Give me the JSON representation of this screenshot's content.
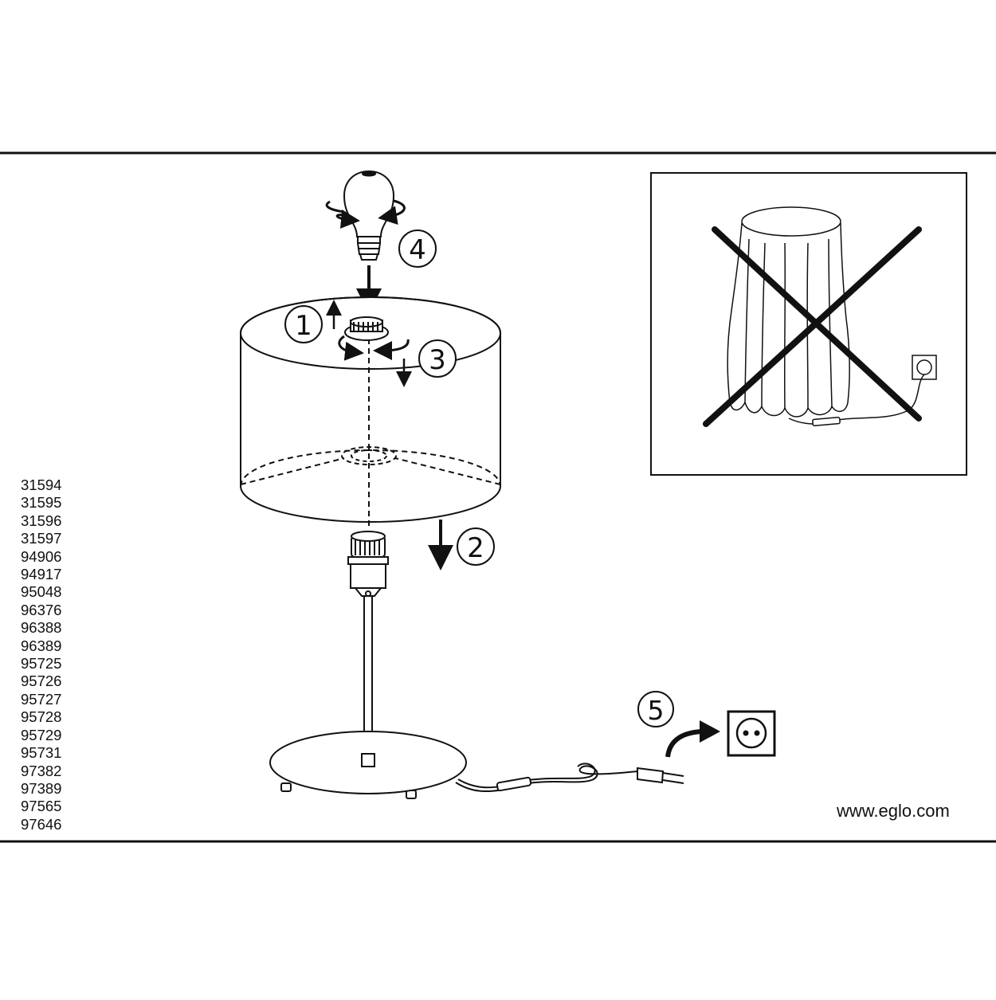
{
  "steps": {
    "step1": "1",
    "step2": "2",
    "step3": "3",
    "step4": "4",
    "step5": "5"
  },
  "model_numbers": [
    "31594",
    "31595",
    "31596",
    "31597",
    "94906",
    "94917",
    "95048",
    "96376",
    "96388",
    "96389",
    "95725",
    "95726",
    "95727",
    "95728",
    "95729",
    "95731",
    "97382",
    "97389",
    "97565",
    "97646"
  ],
  "website": "www.eglo.com",
  "colors": {
    "ink": "#111111",
    "background": "#ffffff"
  },
  "icons": [
    "light-bulb-icon",
    "rotate-arrow-icon",
    "wall-socket-icon",
    "prohibited-cross-icon"
  ]
}
